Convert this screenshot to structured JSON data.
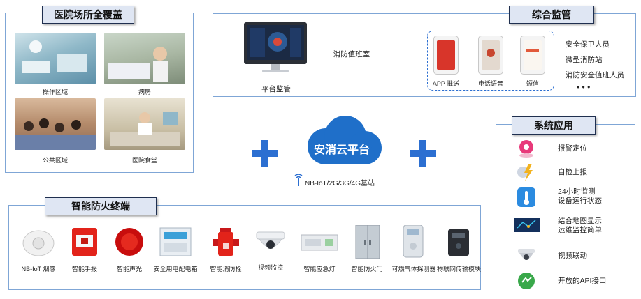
{
  "hospital": {
    "title": "医院场所全覆盖",
    "areas": [
      {
        "label": "操作区域"
      },
      {
        "label": "病房"
      },
      {
        "label": "公共区域"
      },
      {
        "label": "医院食堂"
      }
    ]
  },
  "monitor": {
    "title": "综合监管",
    "platform_label": "平台监管",
    "duty_room_label": "消防值班室",
    "channels": [
      {
        "label": "APP 推送"
      },
      {
        "label": "电话语音"
      },
      {
        "label": "短信"
      }
    ],
    "recipients": [
      "安全保卫人员",
      "微型消防站",
      "消防安全值班人员"
    ],
    "more": "• • •"
  },
  "cloud": {
    "name": "安消云平台",
    "network": "NB-IoT/2G/3G/4G基站"
  },
  "system": {
    "title": "系统应用",
    "items": [
      {
        "label": "报警定位",
        "icon": "map-pin-icon"
      },
      {
        "label": "自检上报",
        "icon": "lightning-icon"
      },
      {
        "label": "24小时监测\n设备运行状态",
        "icon": "thermometer-icon"
      },
      {
        "label": "结合地图显示\n运维监控简单",
        "icon": "map-icon"
      },
      {
        "label": "视频联动",
        "icon": "dome-camera-icon"
      },
      {
        "label": "开放的API接口",
        "icon": "api-icon"
      }
    ]
  },
  "terminals": {
    "title": "智能防火终端",
    "devices": [
      {
        "label": "NB-IoT 烟感"
      },
      {
        "label": "智能手报"
      },
      {
        "label": "智能声光"
      },
      {
        "label": "安全用电配电箱"
      },
      {
        "label": "智能消防栓"
      },
      {
        "label": "视频监控"
      },
      {
        "label": "智能应急灯"
      },
      {
        "label": "智能防火门"
      },
      {
        "label": "可燃气体探测器"
      },
      {
        "label": "物联网传输模块"
      }
    ]
  },
  "colors": {
    "accent": "#2c6fd1",
    "border": "#7fa6d6",
    "tab_bg": "#dfe6f3",
    "cloud": "#1f6fc9"
  }
}
